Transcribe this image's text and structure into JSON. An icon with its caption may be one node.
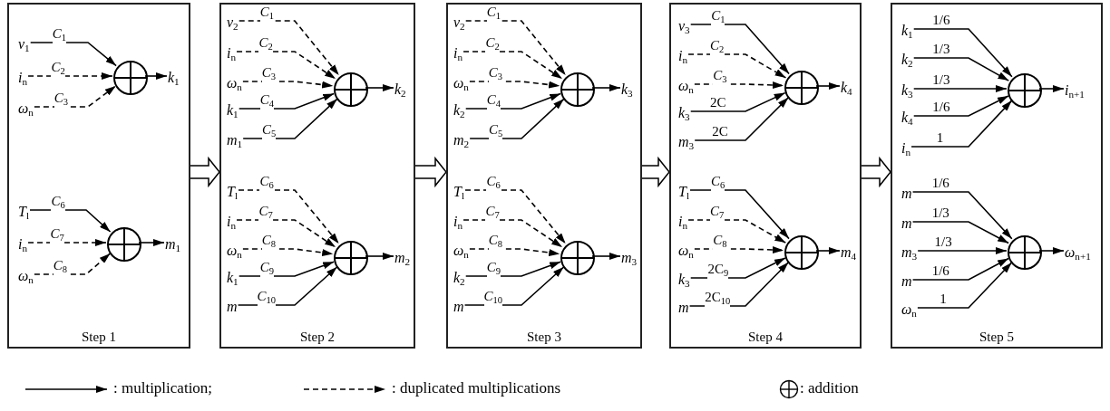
{
  "diagram": {
    "nodes": [
      {
        "text": [
          "Step 1"
        ]
      },
      {
        "text": [
          "*v*$_{1}$"
        ],
        "in": 0
      },
      {
        "text": [
          "*i*$_{n}$"
        ],
        "in": 0
      },
      {
        "text": [
          "*ω*$_{n}$"
        ],
        "in": 0
      },
      {
        "text": [],
        "shape": "circle",
        "in": 0
      },
      {
        "text": [
          "*k*$_{1}$"
        ],
        "in": 0
      },
      {
        "text": [
          "*T*$_{l}$"
        ],
        "in": 0
      },
      {
        "text": [
          "*i*$_{n}$"
        ],
        "in": 0
      },
      {
        "text": [
          "*ω*$_{n}$"
        ],
        "in": 0
      },
      {
        "text": [],
        "shape": "circle",
        "in": 0
      },
      {
        "text": [
          "*m*$_{1}$"
        ],
        "in": 0
      },
      {
        "text": [
          "Step 2"
        ]
      },
      {
        "text": [
          "*v*$_{2}$"
        ],
        "in": 11
      },
      {
        "text": [
          "*i*$_{n}$"
        ],
        "in": 11
      },
      {
        "text": [
          "*ω*$_{n}$"
        ],
        "in": 11
      },
      {
        "text": [
          "*k*$_{1}$"
        ],
        "in": 11
      },
      {
        "text": [
          "*m*$_{1}$"
        ],
        "in": 11
      },
      {
        "text": [],
        "shape": "circle",
        "in": 11
      },
      {
        "text": [
          "*k*$_{2}$"
        ],
        "in": 11
      },
      {
        "text": [
          "*T*$_{l}$"
        ],
        "in": 11
      },
      {
        "text": [
          "*i*$_{n}$"
        ],
        "in": 11
      },
      {
        "text": [
          "*ω*$_{n}$"
        ],
        "in": 11
      },
      {
        "text": [
          "*k*$_{1}$"
        ],
        "in": 11
      },
      {
        "text": [
          "*m*"
        ],
        "in": 11
      },
      {
        "text": [],
        "shape": "circle",
        "in": 11
      },
      {
        "text": [
          "*m*$_{2}$"
        ],
        "in": 11
      },
      {
        "text": [
          "Step 3"
        ]
      },
      {
        "text": [
          "*v*$_{2}$"
        ],
        "in": 26
      },
      {
        "text": [
          "*i*$_{n}$"
        ],
        "in": 26
      },
      {
        "text": [
          "*ω*$_{n}$"
        ],
        "in": 26
      },
      {
        "text": [
          "*k*$_{2}$"
        ],
        "in": 26
      },
      {
        "text": [
          "*m*$_{2}$"
        ],
        "in": 26
      },
      {
        "text": [],
        "shape": "circle",
        "in": 26
      },
      {
        "text": [
          "*k*$_{3}$"
        ],
        "in": 26
      },
      {
        "text": [
          "*T*$_{l}$"
        ],
        "in": 26
      },
      {
        "text": [
          "*i*$_{n}$"
        ],
        "in": 26
      },
      {
        "text": [
          "*ω*$_{n}$"
        ],
        "in": 26
      },
      {
        "text": [
          "*k*$_{2}$"
        ],
        "in": 26
      },
      {
        "text": [
          "*m*"
        ],
        "in": 26
      },
      {
        "text": [],
        "shape": "circle",
        "in": 26
      },
      {
        "text": [
          "*m*$_{3}$"
        ],
        "in": 26
      },
      {
        "text": [
          "Step 4"
        ]
      },
      {
        "text": [
          "*v*$_{3}$"
        ],
        "in": 41
      },
      {
        "text": [
          "*i*$_{n}$"
        ],
        "in": 41
      },
      {
        "text": [
          "*ω*$_{n}$"
        ],
        "in": 41
      },
      {
        "text": [
          "*k*$_{3}$"
        ],
        "in": 41
      },
      {
        "text": [
          "*m*$_{3}$"
        ],
        "in": 41
      },
      {
        "text": [],
        "shape": "circle",
        "in": 41
      },
      {
        "text": [
          "*k*$_{4}$"
        ],
        "in": 41
      },
      {
        "text": [
          "*T*$_{l}$"
        ],
        "in": 41
      },
      {
        "text": [
          "*i*$_{n}$"
        ],
        "in": 41
      },
      {
        "text": [
          "*ω*$_{n}$"
        ],
        "in": 41
      },
      {
        "text": [
          "*k*$_{3}$"
        ],
        "in": 41
      },
      {
        "text": [
          "*m*"
        ],
        "in": 41
      },
      {
        "text": [],
        "shape": "circle",
        "in": 41
      },
      {
        "text": [
          "*m*$_{4}$"
        ],
        "in": 41
      },
      {
        "text": [
          "Step 5"
        ]
      },
      {
        "text": [
          "*k*$_{1}$"
        ],
        "in": 56
      },
      {
        "text": [
          "*k*$_{2}$"
        ],
        "in": 56
      },
      {
        "text": [
          "*k*$_{3}$"
        ],
        "in": 56
      },
      {
        "text": [
          "*k*$_{4}$"
        ],
        "in": 56
      },
      {
        "text": [
          "*i*$_{n}$"
        ],
        "in": 56
      },
      {
        "text": [],
        "shape": "circle",
        "in": 56
      },
      {
        "text": [
          "*i*$_{n+1}$"
        ],
        "in": 56
      },
      {
        "text": [
          "*m*"
        ],
        "in": 56
      },
      {
        "text": [
          "*m*"
        ],
        "in": 56
      },
      {
        "text": [
          "*m*$_{3}$"
        ],
        "in": 56
      },
      {
        "text": [
          "*m*"
        ],
        "in": 56
      },
      {
        "text": [
          "*ω*$_{n}$"
        ],
        "in": 56
      },
      {
        "text": [],
        "shape": "circle",
        "in": 56
      },
      {
        "text": [
          "*ω*$_{n+1}$"
        ],
        "in": 56
      }
    ],
    "edges": [
      {
        "from": 1,
        "to": 4,
        "arrow": "to",
        "label": "*C*$_{1}$"
      },
      {
        "from": 2,
        "to": 4,
        "arrow": "to",
        "label": "*C*$_{2}$",
        "style": "dashed"
      },
      {
        "from": 3,
        "to": 4,
        "arrow": "to",
        "label": "*C*$_{3}$",
        "style": "dashed"
      },
      {
        "from": 4,
        "to": 5,
        "arrow": "to"
      },
      {
        "from": 6,
        "to": 9,
        "arrow": "to",
        "label": "*C*$_{6}$"
      },
      {
        "from": 7,
        "to": 9,
        "arrow": "to",
        "label": "*C*$_{7}$",
        "style": "dashed"
      },
      {
        "from": 8,
        "to": 9,
        "arrow": "to",
        "label": "*C*$_{8}$",
        "style": "dashed"
      },
      {
        "from": 9,
        "to": 10,
        "arrow": "to"
      },
      {
        "from": 12,
        "to": 17,
        "arrow": "to",
        "label": "*C*$_{1}$",
        "style": "dashed"
      },
      {
        "from": 13,
        "to": 17,
        "arrow": "to",
        "label": "*C*$_{2}$",
        "style": "dashed"
      },
      {
        "from": 14,
        "to": 17,
        "arrow": "to",
        "label": "*C*$_{3}$",
        "style": "dashed"
      },
      {
        "from": 15,
        "to": 17,
        "arrow": "to",
        "label": "*C*$_{4}$"
      },
      {
        "from": 16,
        "to": 17,
        "arrow": "to",
        "label": "*C*$_{5}$"
      },
      {
        "from": 17,
        "to": 18,
        "arrow": "to"
      },
      {
        "from": 19,
        "to": 24,
        "arrow": "to",
        "label": "*C*$_{6}$",
        "style": "dashed"
      },
      {
        "from": 20,
        "to": 24,
        "arrow": "to",
        "label": "*C*$_{7}$",
        "style": "dashed"
      },
      {
        "from": 21,
        "to": 24,
        "arrow": "to",
        "label": "*C*$_{8}$",
        "style": "dashed"
      },
      {
        "from": 22,
        "to": 24,
        "arrow": "to",
        "label": "*C*$_{9}$"
      },
      {
        "from": 23,
        "to": 24,
        "arrow": "to",
        "label": "*C*$_{10}$"
      },
      {
        "from": 24,
        "to": 25,
        "arrow": "to"
      },
      {
        "from": 27,
        "to": 32,
        "arrow": "to",
        "label": "*C*$_{1}$",
        "style": "dashed"
      },
      {
        "from": 28,
        "to": 32,
        "arrow": "to",
        "label": "*C*$_{2}$",
        "style": "dashed"
      },
      {
        "from": 29,
        "to": 32,
        "arrow": "to",
        "label": "*C*$_{3}$",
        "style": "dashed"
      },
      {
        "from": 30,
        "to": 32,
        "arrow": "to",
        "label": "*C*$_{4}$"
      },
      {
        "from": 31,
        "to": 32,
        "arrow": "to",
        "label": "*C*$_{5}$"
      },
      {
        "from": 32,
        "to": 33,
        "arrow": "to"
      },
      {
        "from": 34,
        "to": 39,
        "arrow": "to",
        "label": "*C*$_{6}$",
        "style": "dashed"
      },
      {
        "from": 35,
        "to": 39,
        "arrow": "to",
        "label": "*C*$_{7}$",
        "style": "dashed"
      },
      {
        "from": 36,
        "to": 39,
        "arrow": "to",
        "label": "*C*$_{8}$",
        "style": "dashed"
      },
      {
        "from": 37,
        "to": 39,
        "arrow": "to",
        "label": "*C*$_{9}$"
      },
      {
        "from": 38,
        "to": 39,
        "arrow": "to",
        "label": "*C*$_{10}$"
      },
      {
        "from": 39,
        "to": 40,
        "arrow": "to"
      },
      {
        "from": 42,
        "to": 47,
        "arrow": "to",
        "label": "*C*$_{1}$"
      },
      {
        "from": 43,
        "to": 47,
        "arrow": "to",
        "label": "*C*$_{2}$",
        "style": "dashed"
      },
      {
        "from": 44,
        "to": 47,
        "arrow": "to",
        "label": "*C*$_{3}$",
        "style": "dashed"
      },
      {
        "from": 45,
        "to": 47,
        "arrow": "to",
        "label": "2C"
      },
      {
        "from": 46,
        "to": 47,
        "arrow": "to",
        "label": "2C"
      },
      {
        "from": 47,
        "to": 48,
        "arrow": "to"
      },
      {
        "from": 49,
        "to": 54,
        "arrow": "to",
        "label": "*C*$_{6}$"
      },
      {
        "from": 50,
        "to": 54,
        "arrow": "to",
        "label": "*C*$_{7}$",
        "style": "dashed"
      },
      {
        "from": 51,
        "to": 54,
        "arrow": "to",
        "label": "*C*$_{8}$",
        "style": "dashed"
      },
      {
        "from": 52,
        "to": 54,
        "arrow": "to",
        "label": "2C$_{9}$"
      },
      {
        "from": 53,
        "to": 54,
        "arrow": "to",
        "label": "2C$_{10}$"
      },
      {
        "from": 54,
        "to": 55,
        "arrow": "to"
      },
      {
        "from": 57,
        "to": 62,
        "arrow": "to",
        "label": "1/6"
      },
      {
        "from": 58,
        "to": 62,
        "arrow": "to",
        "label": "1/3"
      },
      {
        "from": 59,
        "to": 62,
        "arrow": "to",
        "label": "1/3"
      },
      {
        "from": 60,
        "to": 62,
        "arrow": "to",
        "label": "1/6"
      },
      {
        "from": 61,
        "to": 62,
        "arrow": "to",
        "label": "1"
      },
      {
        "from": 62,
        "to": 63,
        "arrow": "to"
      },
      {
        "from": 64,
        "to": 69,
        "arrow": "to",
        "label": "1/6"
      },
      {
        "from": 65,
        "to": 69,
        "arrow": "to",
        "label": "1/3"
      },
      {
        "from": 66,
        "to": 69,
        "arrow": "to",
        "label": "1/3"
      },
      {
        "from": 67,
        "to": 69,
        "arrow": "to",
        "label": "1/6"
      },
      {
        "from": 68,
        "to": 69,
        "arrow": "to",
        "label": "1"
      },
      {
        "from": 69,
        "to": 70,
        "arrow": "to"
      },
      {
        "from": 0,
        "to": 11,
        "arrow": "to",
        "style": "thick"
      },
      {
        "from": 11,
        "to": 26,
        "arrow": "to",
        "style": "thick"
      },
      {
        "from": 26,
        "to": 41,
        "arrow": "to",
        "style": "thick"
      },
      {
        "from": 41,
        "to": 56,
        "arrow": "to",
        "style": "thick"
      }
    ],
    "legend": [
      {
        "text": ": multiplication;"
      },
      {
        "text": ": duplicated multiplications"
      },
      {
        "text": ": addition"
      }
    ]
  }
}
